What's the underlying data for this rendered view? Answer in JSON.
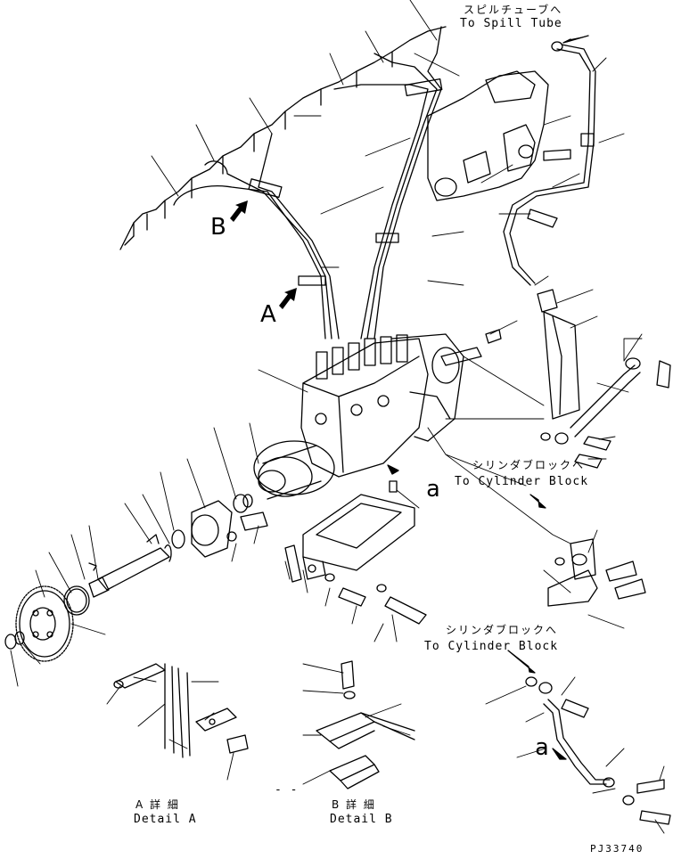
{
  "labels": {
    "spill_tube_jp": "スピルチューブへ",
    "spill_tube_en": "To Spill Tube",
    "cyl_block_1_jp": "シリンダブロックへ",
    "cyl_block_1_en": "To Cylinder Block",
    "cyl_block_2_jp": "シリンダブロックへ",
    "cyl_block_2_en": "To Cylinder Block",
    "view_a": "A",
    "view_b": "B",
    "ref_a_pump": "a",
    "ref_a_pipe": "a",
    "detail_a_jp": "A 詳 細",
    "detail_a_en": "Detail A",
    "detail_b_jp": "B 詳 細",
    "detail_b_en": "Detail B",
    "dashes": "- -",
    "drawing_code": "PJ33740"
  },
  "colors": {
    "ink": "#000000",
    "paper": "#ffffff"
  }
}
